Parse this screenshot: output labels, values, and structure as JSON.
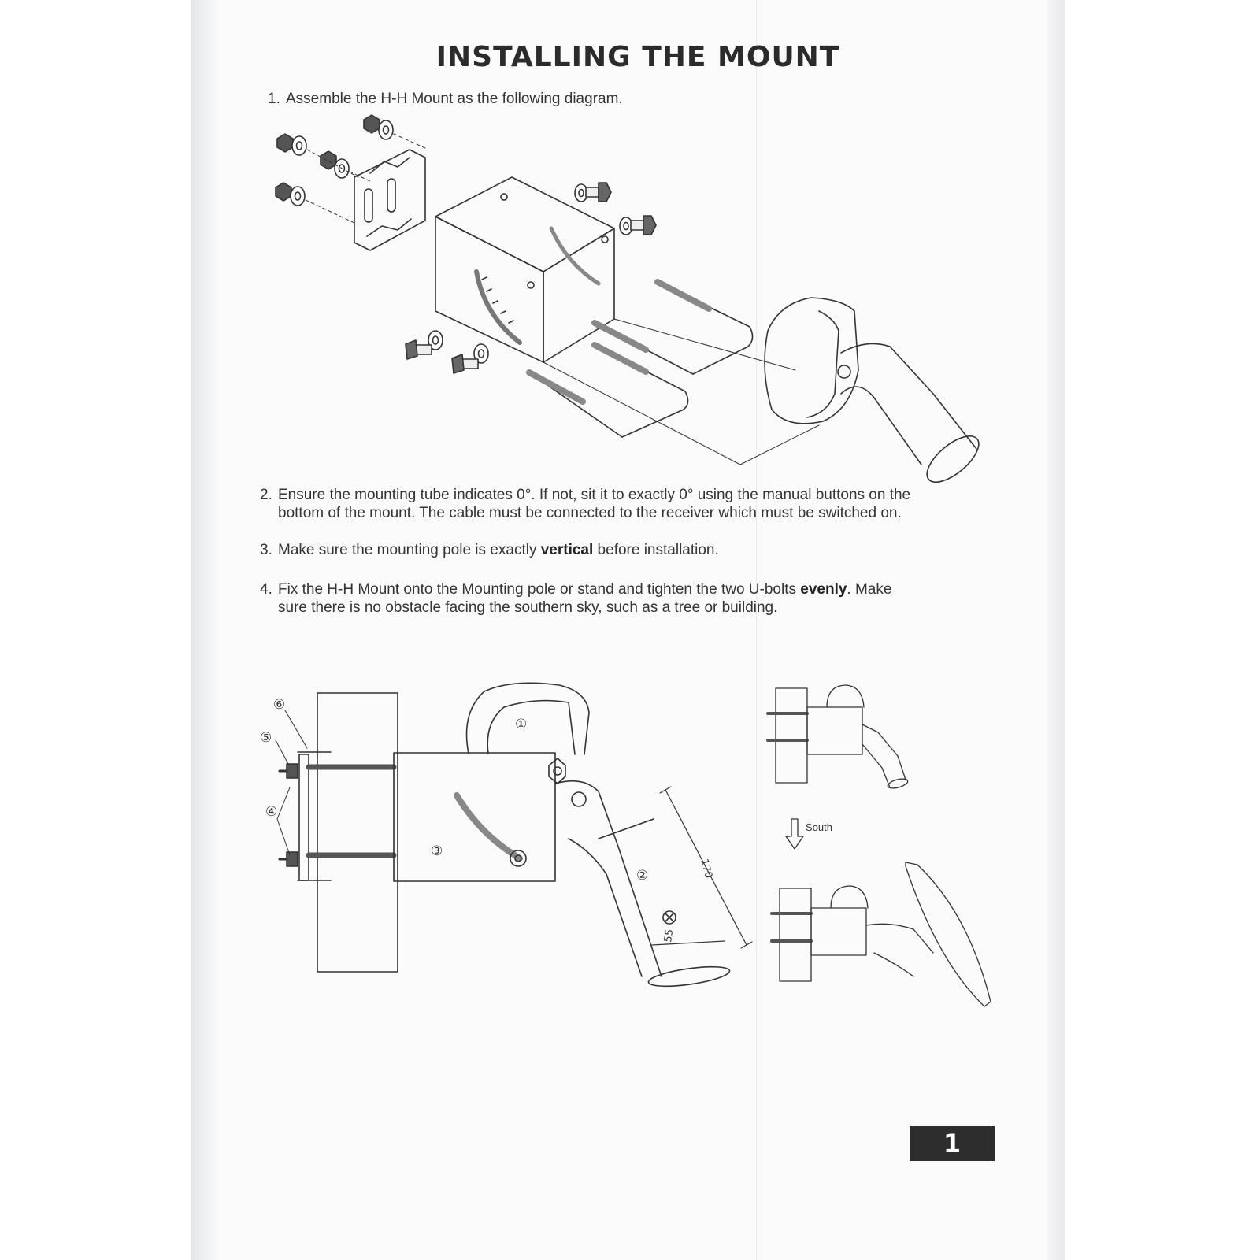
{
  "title": "INSTALLING THE MOUNT",
  "steps": {
    "s1": {
      "num": "1.",
      "text": "Assemble the H-H Mount as the following diagram."
    },
    "s2": {
      "num": "2.",
      "line1": "Ensure the mounting tube indicates 0°. If not, sit it to exactly 0° using the manual buttons on the",
      "line2": "bottom of the mount. The cable must be connected to the receiver which must be switched on."
    },
    "s3": {
      "num": "3.",
      "before": "Make sure the mounting pole is exactly ",
      "bold": "vertical",
      "after": " before installation."
    },
    "s4": {
      "num": "4.",
      "before": "Fix the H-H Mount onto the Mounting pole or stand and tighten the two U-bolts ",
      "bold": "evenly",
      "after": ".  Make",
      "line2": "sure there is no obstacle facing the southern sky, such as a tree or building."
    }
  },
  "callouts": {
    "c1": "①",
    "c2": "②",
    "c3": "③",
    "c4": "④",
    "c5": "⑤",
    "c6": "⑥"
  },
  "dimensions": {
    "length": "170",
    "diameter": "55"
  },
  "south_label": "South",
  "page_number": "1"
}
